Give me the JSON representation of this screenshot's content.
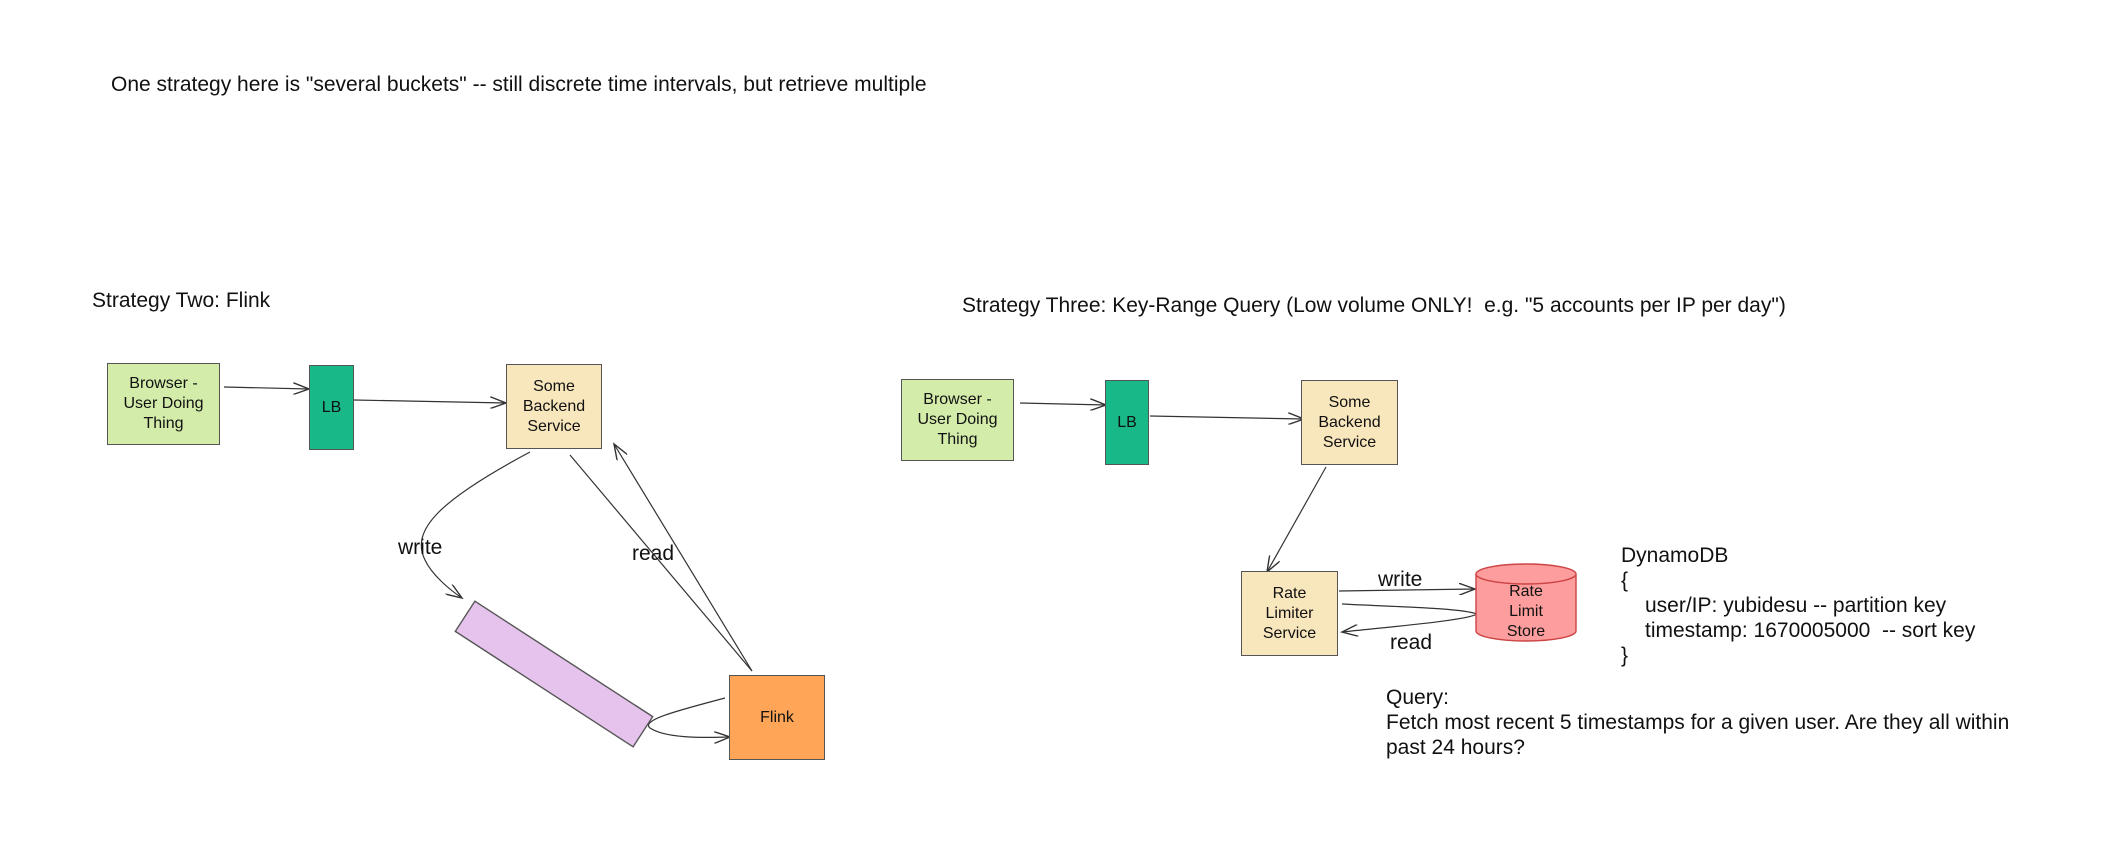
{
  "header_note": "One strategy here is \"several buckets\" -- still discrete time intervals, but retrieve multiple",
  "strategy_two": {
    "title": "Strategy Two: Flink",
    "browser": "Browser -\nUser Doing\nThing",
    "lb": "LB",
    "backend": "Some\nBackend\nService",
    "write_label": "write",
    "read_label": "read",
    "flink": "Flink"
  },
  "strategy_three": {
    "title": "Strategy Three: Key-Range Query (Low volume ONLY!  e.g. \"5 accounts per IP per day\")",
    "browser": "Browser -\nUser Doing\nThing",
    "lb": "LB",
    "backend": "Some\nBackend\nService",
    "rate_limiter": "Rate\nLimiter\nService",
    "store": "Rate\nLimit\nStore",
    "write_label": "write",
    "read_label": "read",
    "dynamo_title": "DynamoDB",
    "dynamo_open": "{",
    "dynamo_line1": "user/IP: yubidesu -- partition key",
    "dynamo_line2": "timestamp: 1670005000  -- sort key",
    "dynamo_close": "}",
    "query_title": "Query:",
    "query_line1": "Fetch most recent 5 timestamps for a given user. Are they all within",
    "query_line2": "past 24 hours?"
  },
  "colors": {
    "browser": "#d3ecaa",
    "lb": "#18b888",
    "backend": "#f8e6bd",
    "queue": "#e5c3ec",
    "flink": "#fea557",
    "store": "#fe9d9d"
  }
}
